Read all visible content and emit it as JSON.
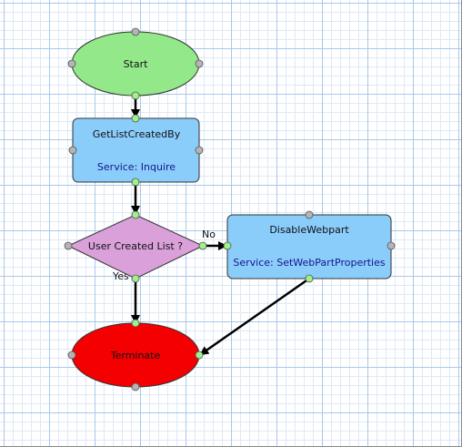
{
  "diagram": {
    "nodes": {
      "start": {
        "label": "Start",
        "shape": "ellipse",
        "fill": "#93e88a"
      },
      "get_list": {
        "label": "GetListCreatedBy",
        "service": "Service: Inquire",
        "shape": "rounded-rect",
        "fill": "#8acdfb"
      },
      "decision": {
        "label": "User Created List ?",
        "shape": "diamond",
        "fill": "#d9a0d9"
      },
      "disable": {
        "label": "DisableWebpart",
        "service": "Service: SetWebPartProperties",
        "shape": "rounded-rect",
        "fill": "#8acdfb"
      },
      "terminate": {
        "label": "Terminate",
        "shape": "ellipse",
        "fill": "#f40000"
      }
    },
    "edges": {
      "no_label": "No",
      "yes_label": "Yes"
    },
    "connector_colors": {
      "ports": "#b4b4b4",
      "active_ports": "#9ef28a"
    }
  }
}
